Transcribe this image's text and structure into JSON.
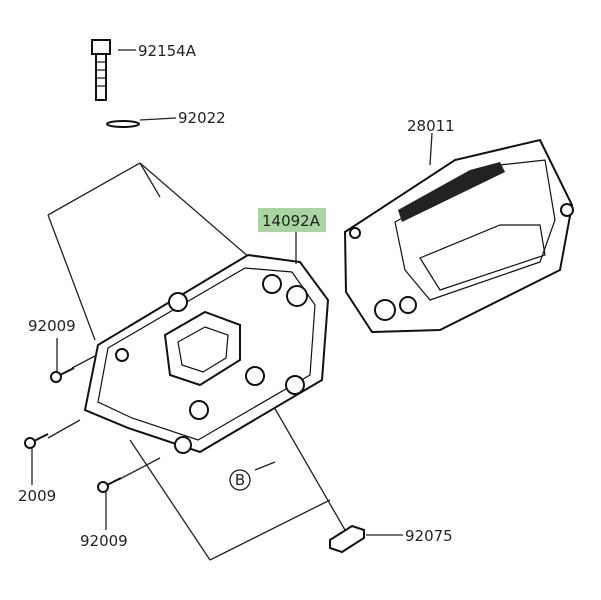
{
  "diagram": {
    "parts": [
      {
        "id": "92154A",
        "label": "92154A"
      },
      {
        "id": "92022",
        "label": "92022"
      },
      {
        "id": "28011",
        "label": "28011"
      },
      {
        "id": "14092A",
        "label": "14092A",
        "highlighted": true
      },
      {
        "id": "92009-left",
        "label": "92009"
      },
      {
        "id": "2009",
        "label": "2009"
      },
      {
        "id": "92009-bottom",
        "label": "92009"
      },
      {
        "id": "92075",
        "label": "92075"
      }
    ],
    "reference_marker": "B",
    "highlight_color": "#a8d5a2"
  }
}
